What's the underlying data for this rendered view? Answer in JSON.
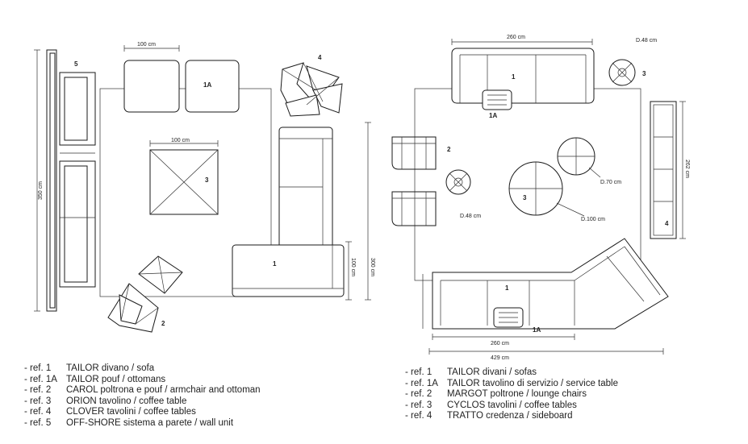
{
  "left_plan": {
    "dims": {
      "top_width": "100 cm",
      "table_width": "100 cm",
      "left_height": "350 cm",
      "right_height": "300 cm",
      "sofa_end_height": "100 cm"
    },
    "refs": {
      "r5": "5",
      "r1a": "1A",
      "r4": "4",
      "r3": "3",
      "r1": "1",
      "r2": "2"
    }
  },
  "right_plan": {
    "dims": {
      "top_sofa_width": "260 cm",
      "bottom_sofa_width": "260 cm",
      "total_width": "429 cm",
      "sideboard_height": "262 cm",
      "d48_top": "D.48 cm",
      "d70": "D.70 cm",
      "d48_left": "D.48 cm",
      "d100": "D.100 cm"
    },
    "refs": {
      "r1_top": "1",
      "r1a_top": "1A",
      "r3_top": "3",
      "r2": "2",
      "r3_big": "3",
      "r4": "4",
      "r1_bottom": "1",
      "r1a_bottom": "1A"
    }
  },
  "legend_left": [
    {
      "prefix": "- ref. 1",
      "text": "TAILOR divano / sofa"
    },
    {
      "prefix": "- ref. 1A",
      "text": "TAILOR pouf / ottomans"
    },
    {
      "prefix": "- ref. 2",
      "text": "CAROL poltrona e pouf / armchair and ottoman"
    },
    {
      "prefix": "- ref. 3",
      "text": "ORION tavolino / coffee table"
    },
    {
      "prefix": "- ref. 4",
      "text": "CLOVER tavolini / coffee tables"
    },
    {
      "prefix": "- ref. 5",
      "text": "OFF-SHORE sistema a parete / wall unit"
    }
  ],
  "legend_right": [
    {
      "prefix": "- ref. 1",
      "text": "TAILOR divani / sofas"
    },
    {
      "prefix": "- ref. 1A",
      "text": "TAILOR tavolino di servizio / service table"
    },
    {
      "prefix": "- ref. 2",
      "text": "MARGOT poltrone / lounge chairs"
    },
    {
      "prefix": "- ref. 3",
      "text": "CYCLOS tavolini / coffee tables"
    },
    {
      "prefix": "- ref. 4",
      "text": "TRATTO credenza / sideboard"
    }
  ]
}
